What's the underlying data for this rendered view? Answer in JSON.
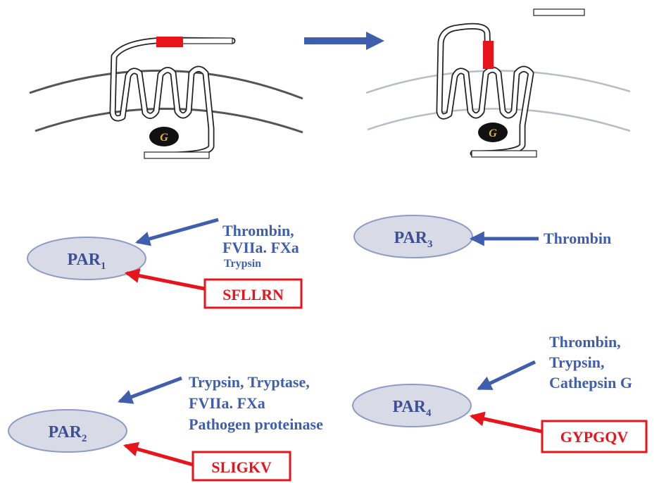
{
  "colors": {
    "agonist_blue": "#3f5fae",
    "peptide_red": "#e8141b",
    "par_fill": "#d8dbe6",
    "par_stroke": "#8e9ac8",
    "par_text": "#3d4f95",
    "membrane_dark": "#555555",
    "membrane_light": "#b8bcc6",
    "g_protein_fill": "#111111",
    "g_label": "#e5b52a"
  },
  "activation_schematic": {
    "before_g_label": "G",
    "after_g_label": "G",
    "arrow_icon": "right-arrow-icon"
  },
  "receptors": {
    "par1": {
      "label": "PAR",
      "subscript": "1",
      "agonists": [
        "Thrombin,",
        "FVIIa. FXa",
        "Trypsin"
      ],
      "peptide": "SFLLRN"
    },
    "par2": {
      "label": "PAR",
      "subscript": "2",
      "agonists": [
        "Trypsin, Tryptase,",
        "FVIIa. FXa",
        "Pathogen proteinase"
      ],
      "peptide": "SLIGKV"
    },
    "par3": {
      "label": "PAR",
      "subscript": "3",
      "agonists": [
        "Thrombin"
      ]
    },
    "par4": {
      "label": "PAR",
      "subscript": "4",
      "agonists": [
        "Thrombin,",
        "Trypsin,",
        "Cathepsin G"
      ],
      "peptide": "GYPGQV"
    }
  }
}
